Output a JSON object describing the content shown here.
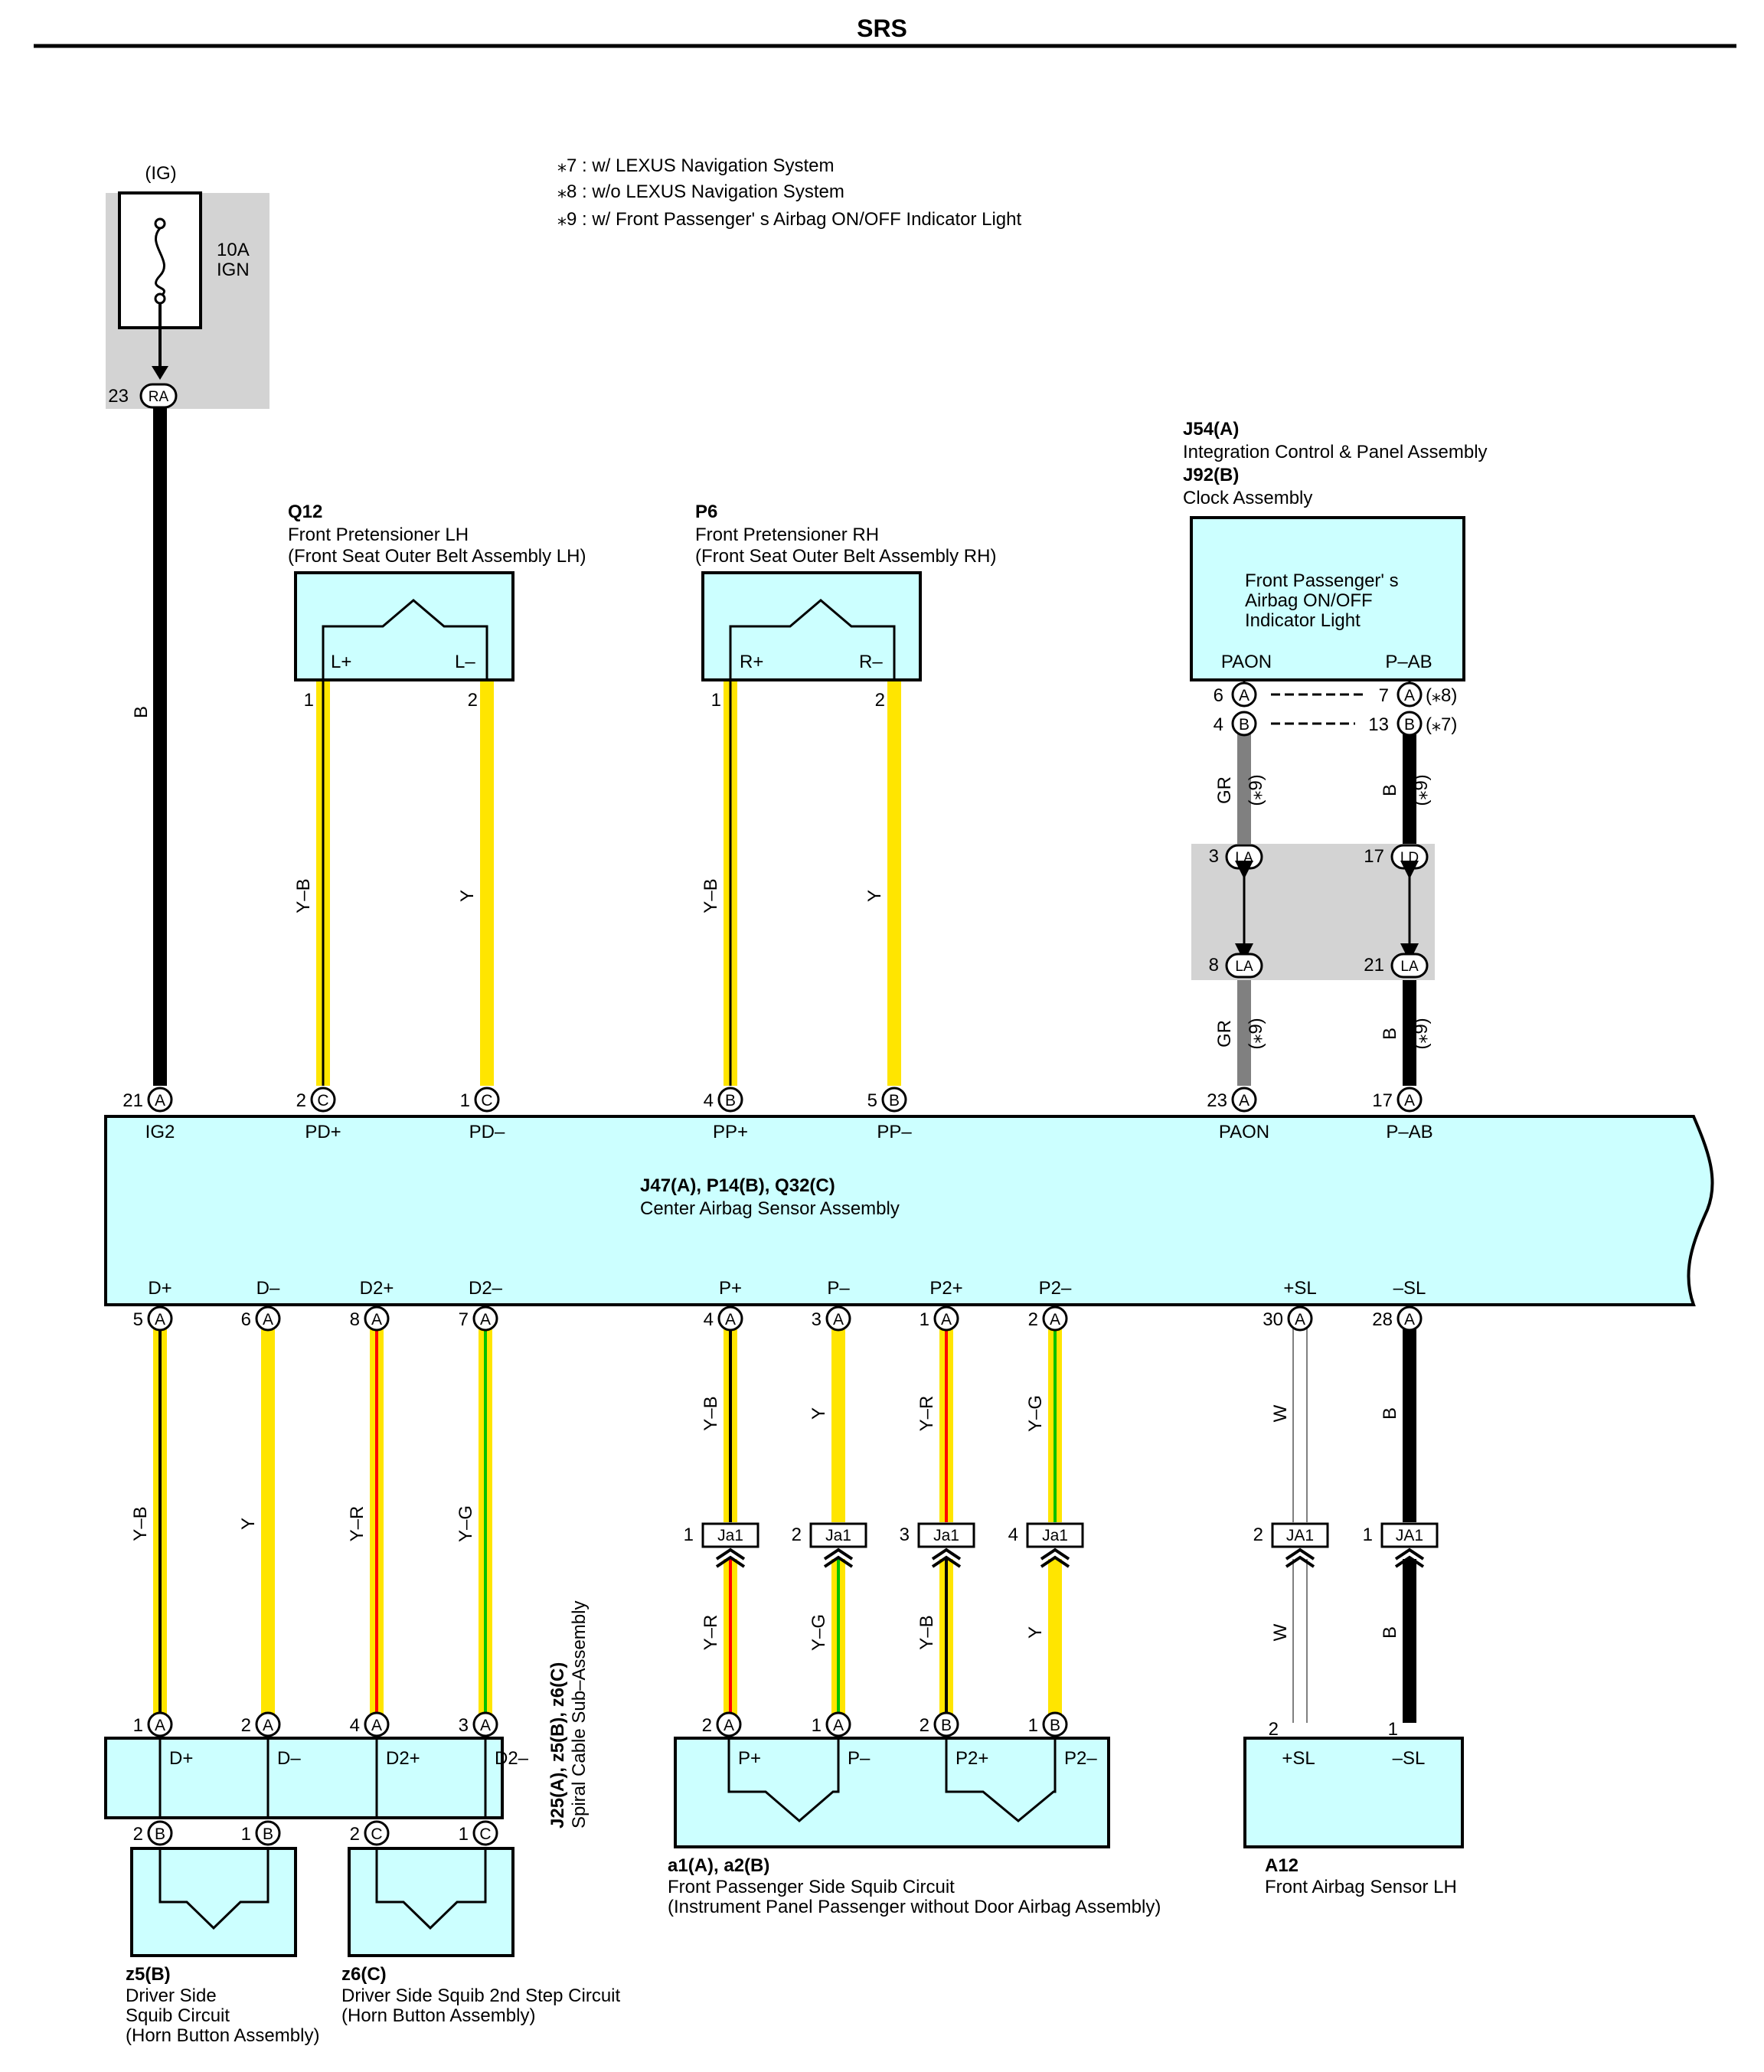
{
  "page_title": "SRS",
  "notes": [
    "⁎7 : w/ LEXUS Navigation System",
    "⁎8 : w/o LEXUS Navigation System",
    "⁎9 : w/ Front Passenger' s Airbag ON/OFF Indicator Light"
  ],
  "fuse": {
    "source": "(IG)",
    "rating": "10A",
    "name": "IGN",
    "pin": "23",
    "connector": "RA"
  },
  "q12": {
    "code": "Q12",
    "name": "Front Pretensioner LH",
    "sub": "(Front Seat Outer Belt Assembly LH)",
    "t1": "L+",
    "t2": "L–",
    "p1": "1",
    "p2": "2"
  },
  "p6": {
    "code": "P6",
    "name": "Front Pretensioner RH",
    "sub": "(Front Seat Outer Belt Assembly RH)",
    "t1": "R+",
    "t2": "R–",
    "p1": "1",
    "p2": "2"
  },
  "j54": {
    "code1": "J54(A)",
    "name1": "Integration Control & Panel Assembly",
    "code2": "J92(B)",
    "name2": "Clock Assembly",
    "body1": "Front Passenger' s",
    "body2": "Airbag ON/OFF",
    "body3": "Indicator Light",
    "t1": "PAON",
    "t2": "P–AB",
    "a_pin_l": "6",
    "a_con_l": "A",
    "a_pin_r": "7",
    "a_con_r": "A",
    "a_note": "(⁎8)",
    "b_pin_l": "4",
    "b_con_l": "B",
    "b_pin_r": "13",
    "b_con_r": "B",
    "b_note": "(⁎7)"
  },
  "junction_block": {
    "top_l_pin": "3",
    "top_l_con": "LA",
    "top_r_pin": "17",
    "top_r_con": "LD",
    "bot_l_pin": "8",
    "bot_l_con": "LA",
    "bot_r_pin": "21",
    "bot_r_con": "LA"
  },
  "center_sensor": {
    "code": "J47(A), P14(B), Q32(C)",
    "name": "Center Airbag Sensor Assembly",
    "top_terms": [
      {
        "pin": "21",
        "con": "A",
        "label": "IG2"
      },
      {
        "pin": "2",
        "con": "C",
        "label": "PD+"
      },
      {
        "pin": "1",
        "con": "C",
        "label": "PD–"
      },
      {
        "pin": "4",
        "con": "B",
        "label": "PP+"
      },
      {
        "pin": "5",
        "con": "B",
        "label": "PP–"
      },
      {
        "pin": "23",
        "con": "A",
        "label": "PAON"
      },
      {
        "pin": "17",
        "con": "A",
        "label": "P–AB"
      }
    ],
    "bottom_terms": [
      {
        "pin": "5",
        "con": "A",
        "label": "D+"
      },
      {
        "pin": "6",
        "con": "A",
        "label": "D–"
      },
      {
        "pin": "8",
        "con": "A",
        "label": "D2+"
      },
      {
        "pin": "7",
        "con": "A",
        "label": "D2–"
      },
      {
        "pin": "4",
        "con": "A",
        "label": "P+"
      },
      {
        "pin": "3",
        "con": "A",
        "label": "P–"
      },
      {
        "pin": "1",
        "con": "A",
        "label": "P2+"
      },
      {
        "pin": "2",
        "con": "A",
        "label": "P2–"
      },
      {
        "pin": "30",
        "con": "A",
        "label": "+SL"
      },
      {
        "pin": "28",
        "con": "A",
        "label": "–SL"
      }
    ]
  },
  "wire_colors": {
    "B": "B",
    "YB": "Y–B",
    "Y": "Y",
    "YR": "Y–R",
    "YG": "Y–G",
    "GR": "GR",
    "W": "W",
    "n9": "(⁎9)"
  },
  "ja_connectors": [
    {
      "pin": "1",
      "name": "Ja1"
    },
    {
      "pin": "2",
      "name": "Ja1"
    },
    {
      "pin": "3",
      "name": "Ja1"
    },
    {
      "pin": "4",
      "name": "Ja1"
    },
    {
      "pin": "2",
      "name": "JA1"
    },
    {
      "pin": "1",
      "name": "JA1"
    }
  ],
  "spiral_cable": {
    "code": "J25(A), z5(B), z6(C)",
    "name": "Spiral Cable Sub–Assembly",
    "top_pins": [
      {
        "pin": "1",
        "con": "A",
        "label": "D+"
      },
      {
        "pin": "2",
        "con": "A",
        "label": "D–"
      },
      {
        "pin": "4",
        "con": "A",
        "label": "D2+"
      },
      {
        "pin": "3",
        "con": "A",
        "label": "D2–"
      }
    ],
    "bottom_pins": [
      {
        "pin": "2",
        "con": "B"
      },
      {
        "pin": "1",
        "con": "B"
      },
      {
        "pin": "2",
        "con": "C"
      },
      {
        "pin": "1",
        "con": "C"
      }
    ]
  },
  "z5": {
    "code": "z5(B)",
    "l1": "Driver Side",
    "l2": "Squib Circuit",
    "l3": "(Horn Button Assembly)"
  },
  "z6": {
    "code": "z6(C)",
    "l1": "Driver Side Squib 2nd Step Circuit",
    "l2": "(Horn Button Assembly)"
  },
  "a1": {
    "code": "a1(A), a2(B)",
    "name": "Front Passenger Side Squib Circuit",
    "sub": "(Instrument Panel Passenger without Door Airbag Assembly)",
    "pins": [
      {
        "pin": "2",
        "con": "A",
        "label": "P+"
      },
      {
        "pin": "1",
        "con": "A",
        "label": "P–"
      },
      {
        "pin": "2",
        "con": "B",
        "label": "P2+"
      },
      {
        "pin": "1",
        "con": "B",
        "label": "P2–"
      }
    ]
  },
  "a12": {
    "code": "A12",
    "name": "Front Airbag Sensor LH",
    "pin1": "2",
    "pin2": "1",
    "t1": "+SL",
    "t2": "–SL"
  }
}
